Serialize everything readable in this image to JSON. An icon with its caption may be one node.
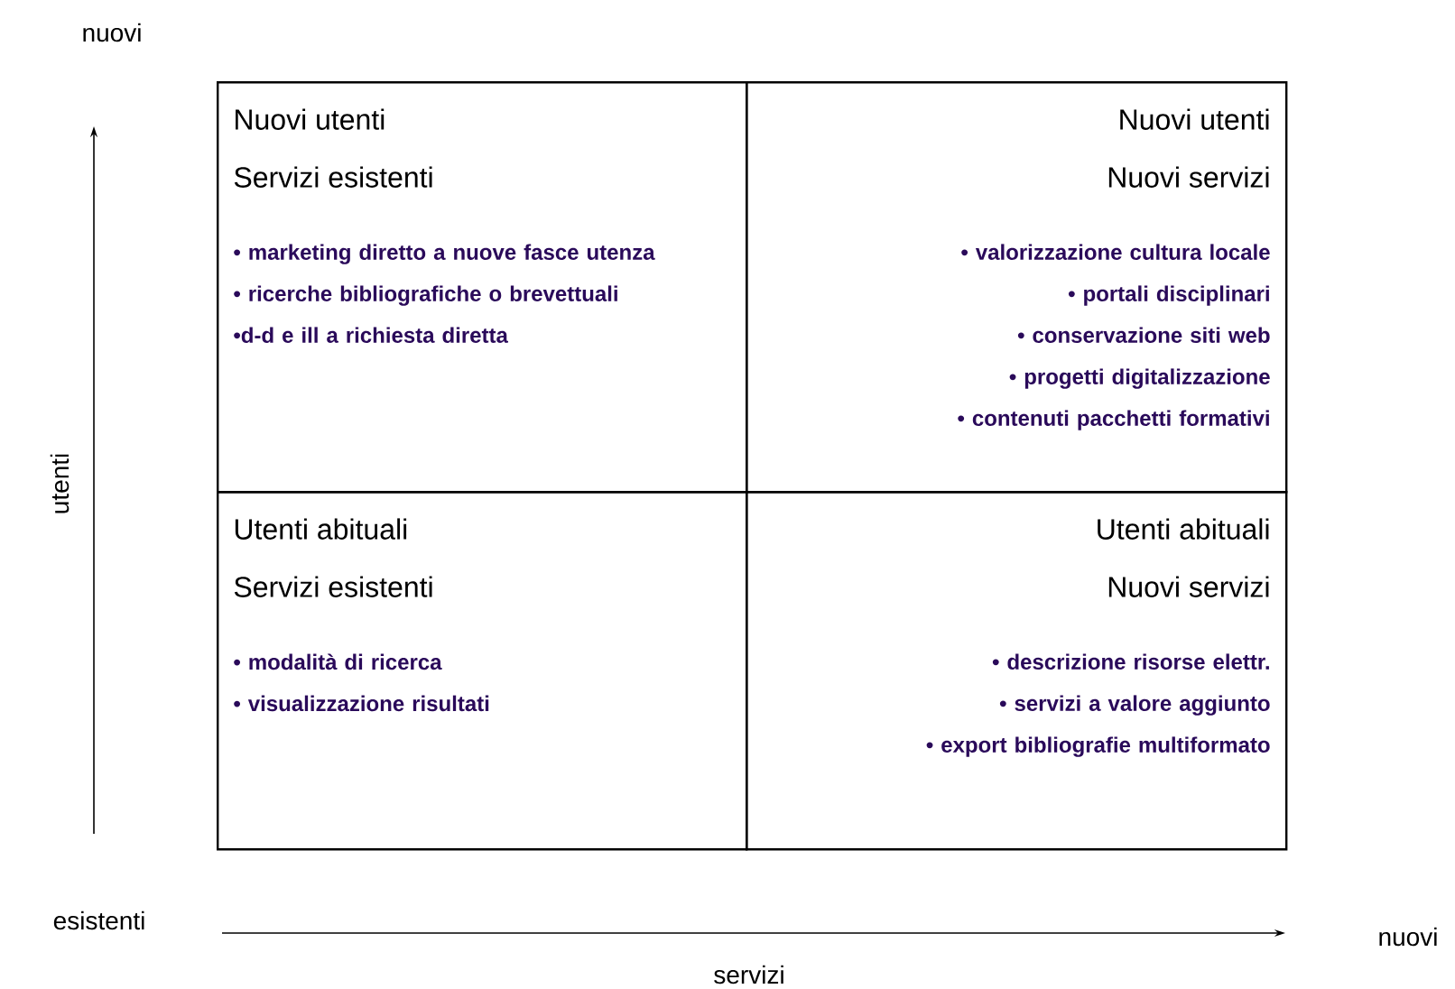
{
  "diagram": {
    "nodes": [
      {
        "text": [
          "Nuovi utenti",
          "Servizi esistenti",
          "• marketing diretto a nuove fasce utenza",
          "• ricerche bibliografiche o brevettuali",
          "•d-d e ill a richiesta diretta"
        ]
      },
      {
        "text": [
          "Nuovi utenti",
          "Nuovi servizi",
          "• valorizzazione cultura locale",
          "• portali disciplinari",
          "• conservazione siti web",
          "• progetti digitalizzazione",
          "• contenuti pacchetti formativi"
        ]
      },
      {
        "text": [
          "Utenti abituali",
          "Servizi esistenti",
          "• modalità di ricerca",
          "• visualizzazione risultati"
        ]
      },
      {
        "text": [
          "Utenti abituali",
          "Nuovi servizi",
          "• descrizione risorse elettr.",
          "• servizi a valore aggiunto",
          "• export bibliografie multiformato"
        ]
      }
    ],
    "labels": [
      "nuovi",
      "utenti",
      "esistenti",
      "nuovi",
      "servizi"
    ]
  }
}
